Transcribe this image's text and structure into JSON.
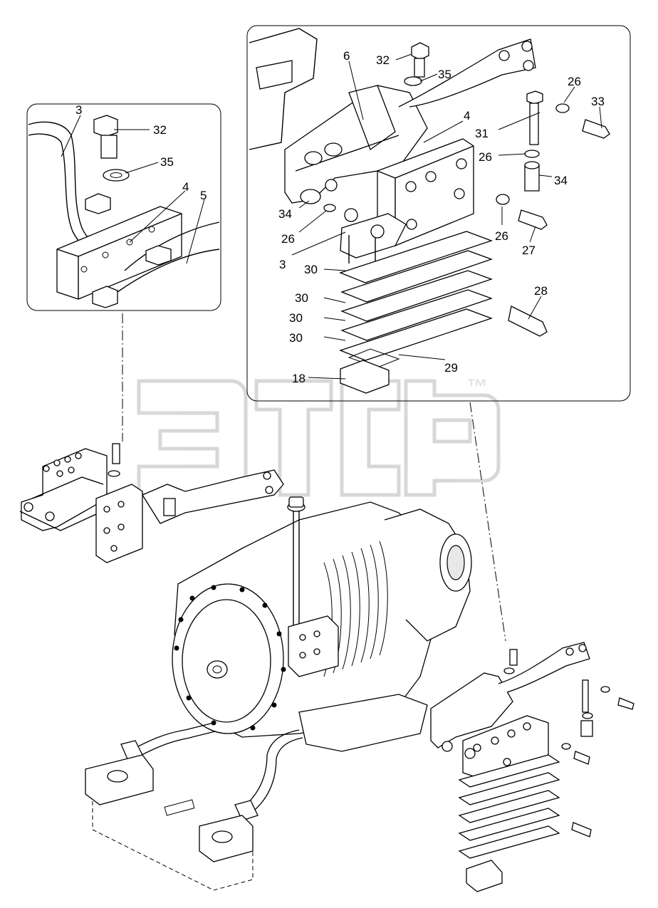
{
  "watermark": {
    "symbol": "™"
  },
  "inset_left": {
    "labels": [
      "3",
      "32",
      "35",
      "4",
      "5"
    ]
  },
  "inset_right": {
    "labels": [
      "6",
      "32",
      "35",
      "26",
      "33",
      "4",
      "31",
      "26",
      "34",
      "34",
      "26",
      "26",
      "27",
      "3",
      "30",
      "30",
      "28",
      "30",
      "30",
      "29",
      "18"
    ]
  }
}
